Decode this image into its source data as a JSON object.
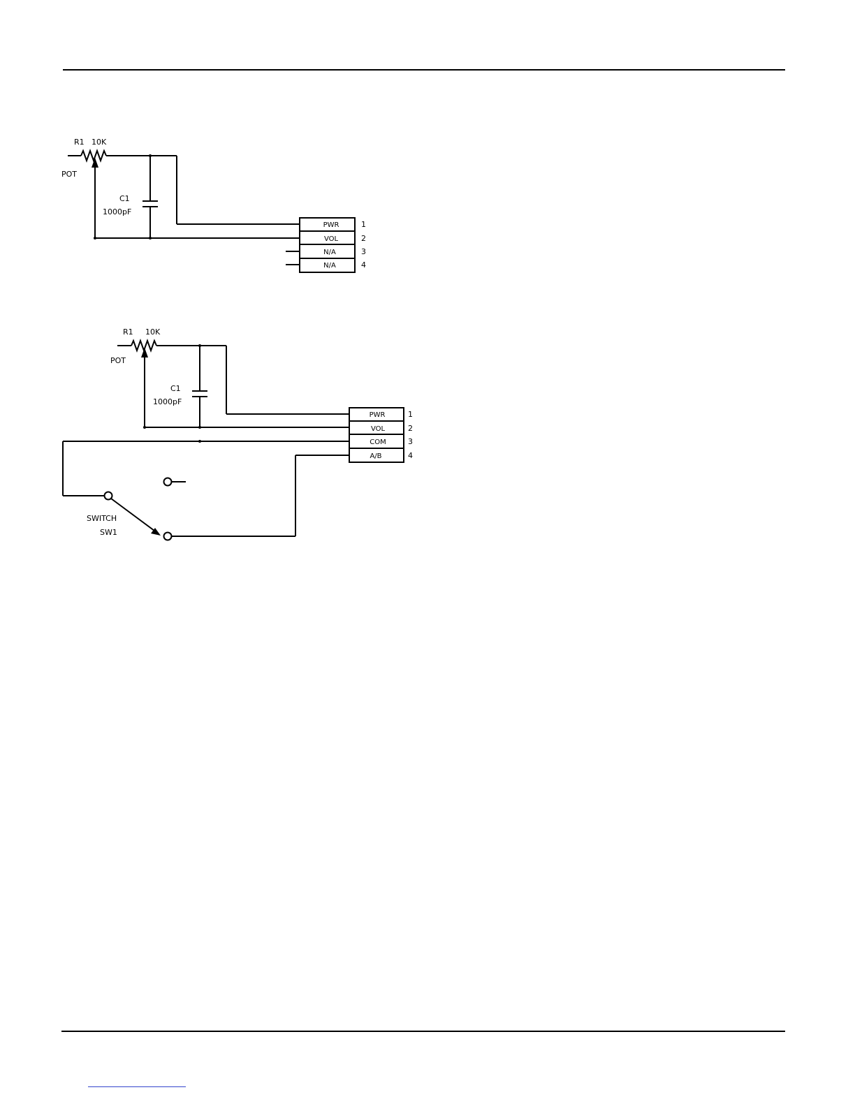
{
  "schematic_a": {
    "pot_ref": "R1",
    "pot_value": "10K",
    "pot_type": "POT",
    "cap_ref": "C1",
    "cap_value": "1000pF",
    "connector_pins": [
      "PWR",
      "VOL",
      "N/A",
      "N/A"
    ],
    "pin_numbers": [
      "1",
      "2",
      "3",
      "4"
    ]
  },
  "schematic_b": {
    "pot_ref": "R1",
    "pot_value": "10K",
    "pot_type": "POT",
    "cap_ref": "C1",
    "cap_value": "1000pF",
    "connector_pins": [
      "PWR",
      "VOL",
      "COM",
      "A/B"
    ],
    "pin_numbers": [
      "1",
      "2",
      "3",
      "4"
    ],
    "switch_type": "SWITCH",
    "switch_ref": "SW1"
  }
}
